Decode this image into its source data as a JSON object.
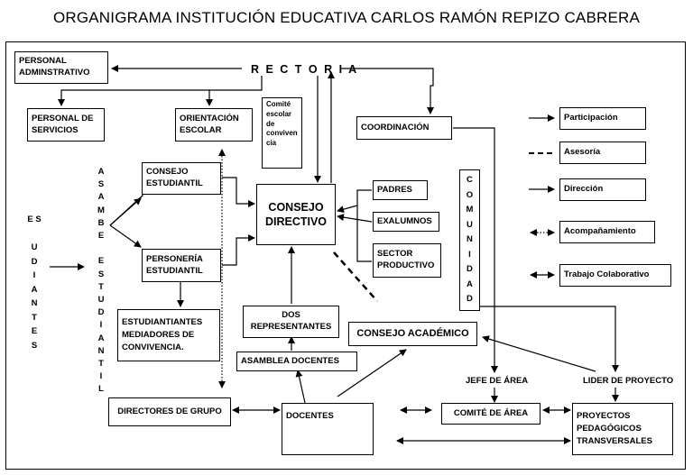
{
  "title": "ORGANIGRAMA INSTITUCIÓN EDUCATIVA CARLOS RAMÓN REPIZO CABRERA",
  "nodes": {
    "rectoria": "R E C T O R I A",
    "personal_administrativo": "PERSONAL ADMINSTRATIVO",
    "personal_servicios": "PERSONAL DE SERVICIOS",
    "orientacion_escolar": "ORIENTACIÓN ESCOLAR",
    "comite_convivencia": "Comité escolar de conviven cia",
    "coordinacion": "COORDINACIÓN",
    "consejo_estudiantil": "CONSEJO ESTUDIANTIL",
    "personeria_estudiantil": "PERSONERÍA ESTUDIANTIL",
    "consejo_directivo": "CONSEJO DIRECTIVO",
    "padres": "PADRES",
    "exalumnos": "EXALUMNOS",
    "sector_productivo": "SECTOR PRODUCTIVO",
    "comunidad": "C\nO\nM\nU\nN\nI\nD\nA\nD",
    "estudiantes": "E S\n\nU D I A N T E S",
    "estudiantes_display": "E S\n \nU\nD\nI\nA\nN\nT\nE\nS",
    "asamblea_estudiantil": "A\nS\nA\nM\nB\nE\n \nE\nS\nT\nU\nD\nI\nA\nN\nT\nI\nL",
    "mediadores": "ESTUDIANTIANTES MEDIADORES DE CONVIVENCIA.",
    "dos_representantes": "DOS REPRESENTANTES",
    "asamblea_docentes": "ASAMBLEA DOCENTES",
    "consejo_academico": "CONSEJO ACADÉMICO",
    "directores_grupo": "DIRECTORES DE GRUPO",
    "docentes": "DOCENTES",
    "jefe_area": "JEFE DE ÁREA",
    "comite_area": "COMITÉ DE ÁREA",
    "lider_proyecto": "LIDER DE PROYECTO",
    "proyectos": "PROYECTOS PEDAGÓGICOS TRANSVERSALES"
  },
  "legend": [
    {
      "label": "Participación",
      "style": "arrow-solid"
    },
    {
      "label": "Asesoría",
      "style": "dashed"
    },
    {
      "label": "Dirección",
      "style": "arrow-solid"
    },
    {
      "label": "Acompañamiento",
      "style": "dotted-both"
    },
    {
      "label": "Trabajo Colaborativo",
      "style": "arrow-both"
    }
  ]
}
